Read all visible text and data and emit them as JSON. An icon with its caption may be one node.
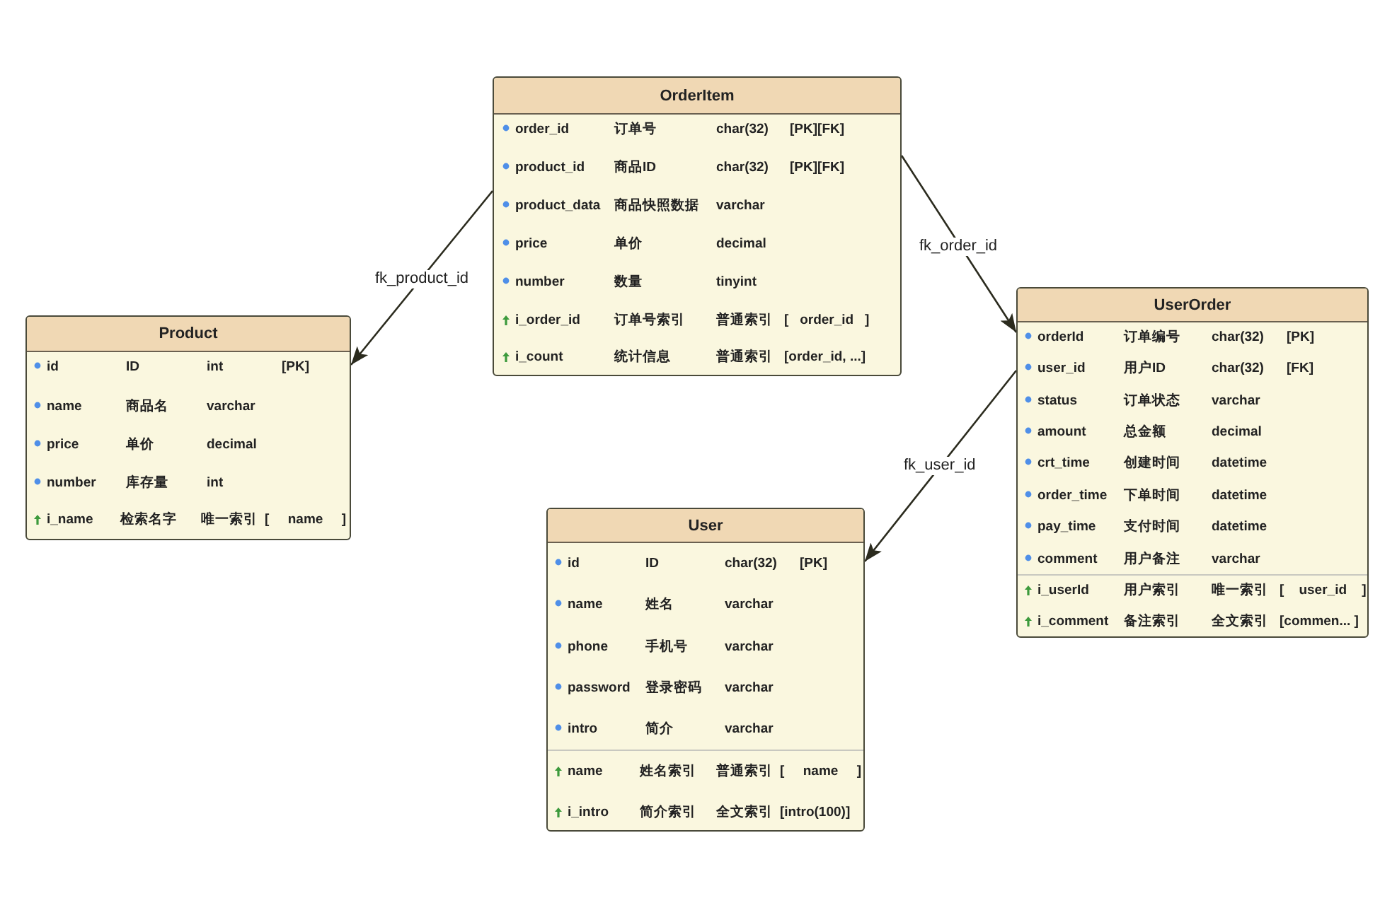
{
  "diagram": {
    "nodes": [
      {
        "text": [
          "OrderItem",
          "order_id",
          "订单号",
          "char(32)",
          "[PK][FK]",
          "product_id",
          "商品ID",
          "char(32)",
          "[PK][FK]",
          "product_data",
          "商品快照数据",
          "varchar",
          "price",
          "单价",
          "decimal",
          "number",
          "数量",
          "tinyint",
          "i_order_id",
          "订单号索引",
          "普通索引",
          "[   order_id   ]",
          "i_count",
          "统计信息",
          "普通索引",
          "[order_id, ...]"
        ]
      },
      {
        "text": [
          "Product",
          "id",
          "ID",
          "int",
          "[PK]",
          "name",
          "商品名",
          "varchar",
          "price",
          "单价",
          "decimal",
          "number",
          "库存量",
          "int",
          "i_name",
          "检索名字",
          "唯一索引",
          "[     name     ]"
        ]
      },
      {
        "text": [
          "UserOrder",
          "orderId",
          "订单编号",
          "char(32)",
          "[PK]",
          "user_id",
          "用户ID",
          "char(32)",
          "[FK]",
          "status",
          "订单状态",
          "varchar",
          "amount",
          "总金额",
          "decimal",
          "crt_time",
          "创建时间",
          "datetime",
          "order_time",
          "下单时间",
          "datetime",
          "pay_time",
          "支付时间",
          "datetime",
          "comment",
          "用户备注",
          "varchar",
          "i_userId",
          "用户索引",
          "唯一索引",
          "[    user_id    ]",
          "i_comment",
          "备注索引",
          "全文索引",
          "[commen... ]"
        ]
      },
      {
        "text": [
          "User",
          "id",
          "ID",
          "char(32)",
          "[PK]",
          "name",
          "姓名",
          "varchar",
          "phone",
          "手机号",
          "varchar",
          "password",
          "登录密码",
          "varchar",
          "intro",
          "简介",
          "varchar",
          "name",
          "姓名索引",
          "普通索引",
          "[     name     ]",
          "i_intro",
          "简介索引",
          "全文索引",
          "[intro(100)]"
        ]
      }
    ],
    "edges": [
      {
        "from": 0,
        "to": 1,
        "arrow": "to",
        "label": "fk_product_id"
      },
      {
        "from": 0,
        "to": 2,
        "arrow": "to",
        "label": "fk_order_id"
      },
      {
        "from": 2,
        "to": 3,
        "arrow": "to",
        "label": "fk_user_id"
      }
    ]
  }
}
